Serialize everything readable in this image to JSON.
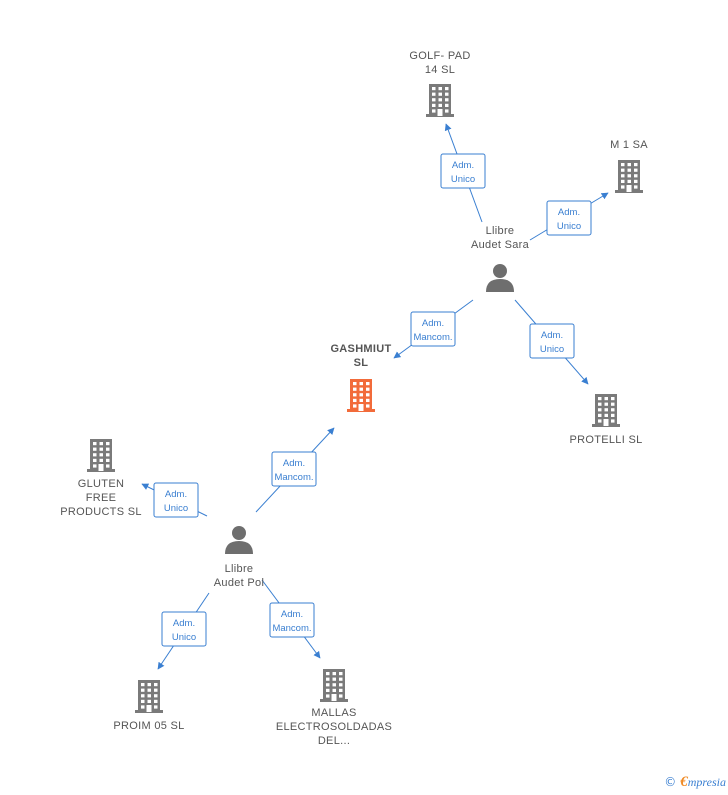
{
  "colors": {
    "edge": "#3a7fd1",
    "building": "#7a7a7a",
    "building_main": "#f26b3a",
    "person": "#6e6e6e"
  },
  "nodes": {
    "golf_pad": {
      "label": [
        "GOLF- PAD",
        "14  SL"
      ],
      "icon": "building-icon"
    },
    "m1sa": {
      "label": [
        "M 1 SA"
      ],
      "icon": "building-icon"
    },
    "llibre_sara": {
      "label": [
        "Llibre",
        "Audet Sara"
      ],
      "icon": "person-icon"
    },
    "gashmiut": {
      "label": [
        "GASHMIUT",
        "SL"
      ],
      "icon": "building-icon"
    },
    "protelli": {
      "label": [
        "PROTELLI SL"
      ],
      "icon": "building-icon"
    },
    "gluten": {
      "label": [
        "GLUTEN",
        "FREE",
        "PRODUCTS  SL"
      ],
      "icon": "building-icon"
    },
    "llibre_pol": {
      "label": [
        "Llibre",
        "Audet Pol"
      ],
      "icon": "person-icon"
    },
    "proim": {
      "label": [
        "PROIM 05 SL"
      ],
      "icon": "building-icon"
    },
    "mallas": {
      "label": [
        "MALLAS",
        "ELECTROSOLDADAS",
        "DEL..."
      ],
      "icon": "building-icon"
    }
  },
  "edges": [
    {
      "from": "llibre_sara",
      "to": "golf_pad",
      "label": [
        "Adm.",
        "Unico"
      ]
    },
    {
      "from": "llibre_sara",
      "to": "m1sa",
      "label": [
        "Adm.",
        "Unico"
      ]
    },
    {
      "from": "llibre_sara",
      "to": "gashmiut",
      "label": [
        "Adm.",
        "Mancom."
      ]
    },
    {
      "from": "llibre_sara",
      "to": "protelli",
      "label": [
        "Adm.",
        "Unico"
      ]
    },
    {
      "from": "llibre_pol",
      "to": "gashmiut",
      "label": [
        "Adm.",
        "Mancom."
      ]
    },
    {
      "from": "llibre_pol",
      "to": "gluten",
      "label": [
        "Adm.",
        "Unico"
      ]
    },
    {
      "from": "llibre_pol",
      "to": "proim",
      "label": [
        "Adm.",
        "Unico"
      ]
    },
    {
      "from": "llibre_pol",
      "to": "mallas",
      "label": [
        "Adm.",
        "Mancom."
      ]
    }
  ],
  "footer": {
    "copyright_symbol": "©",
    "brand_initial": "€",
    "brand_rest": "mpresia"
  }
}
